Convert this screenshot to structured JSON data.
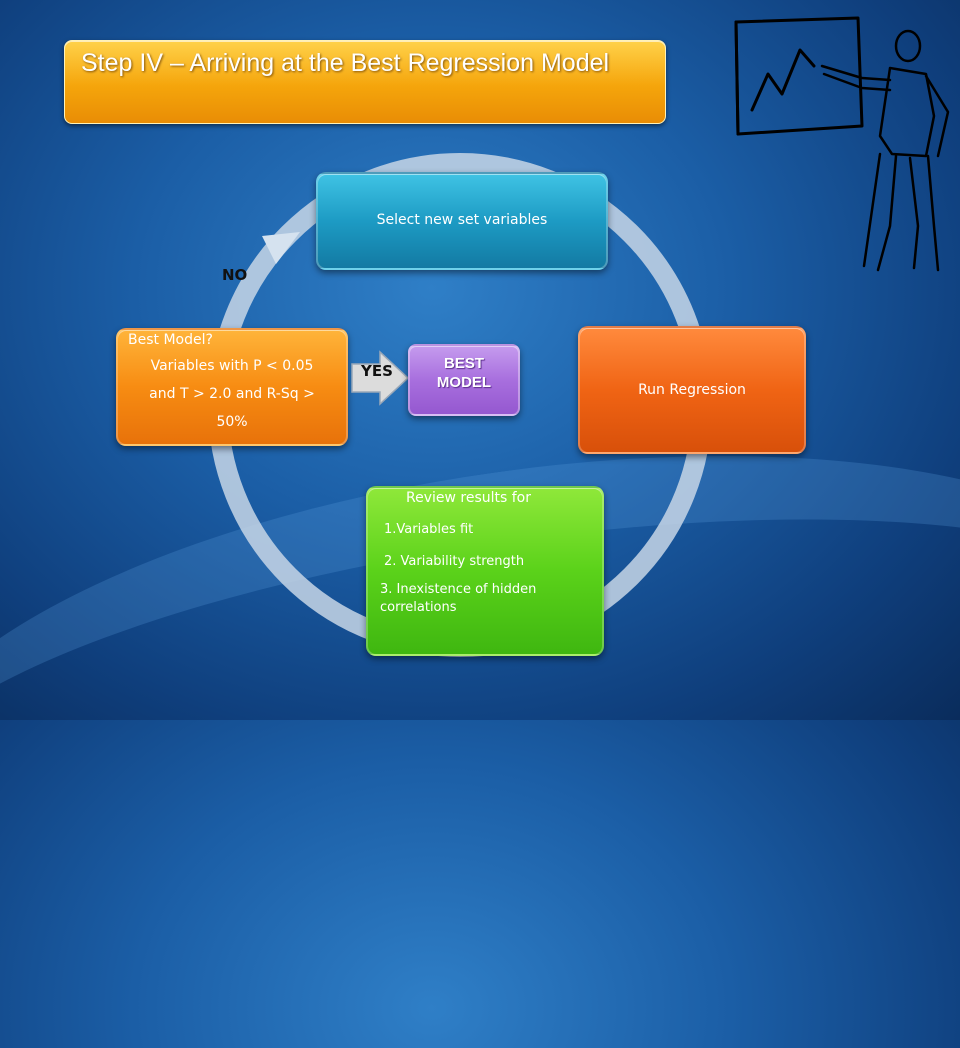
{
  "title": "Step IV – Arriving at the Best Regression Model",
  "cycle": {
    "select_label": "Select new set variables",
    "run_label": "Run Regression",
    "review": {
      "line1": "Review results for",
      "line2": "1.Variables fit",
      "line3": "2. Variability strength",
      "line4": "3.  Inexistence of hidden",
      "line5": "correlations"
    },
    "best": {
      "line1": "Best Model?",
      "line2": "Variables with P < 0.05",
      "line3": "and T > 2.0 and R-Sq >",
      "line4": "50%"
    }
  },
  "decision": {
    "yes_label": "YES",
    "no_label": "NO",
    "result_line1": "BEST",
    "result_line2": "MODEL"
  },
  "colors": {
    "title_box": "#f5a50b",
    "select_box": "#1d9bc4",
    "run_box": "#f06414",
    "review_box": "#5bd21a",
    "best_box": "#f78c12",
    "model_box": "#a86fde"
  }
}
